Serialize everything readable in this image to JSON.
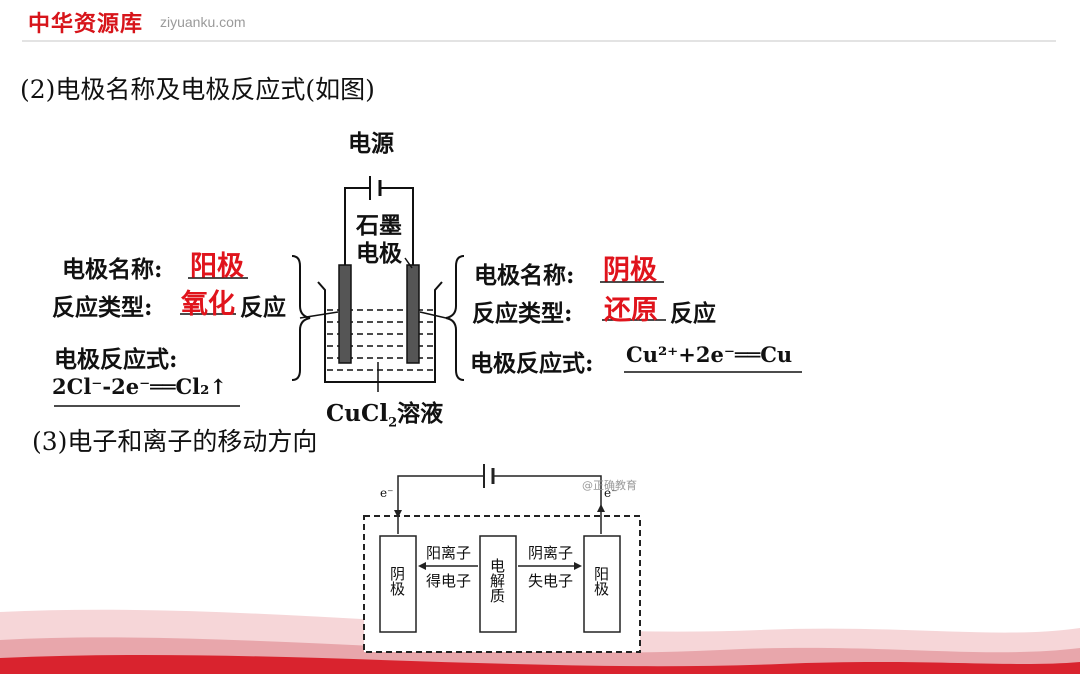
{
  "header": {
    "logo_text": "中华资源库",
    "logo_site": "ziyuanku.com"
  },
  "section2": {
    "heading": "(2)电极名称及电极反应式(如图)",
    "power_label": "电源",
    "electrode_label_1": "石墨",
    "electrode_label_2": "电极",
    "solution_label": "CuCl",
    "solution_sub": "2",
    "solution_suffix": "溶液",
    "left": {
      "name_label": "电极名称:",
      "name_value": "阳极",
      "type_label": "反应类型:",
      "type_value": "氧化",
      "type_suffix": "反应",
      "eq_label": "电极反应式:",
      "eq_text": "2Cl⁻-2e⁻══Cl₂↑"
    },
    "right": {
      "name_label": "电极名称:",
      "name_value": "阴极",
      "type_label": "反应类型:",
      "type_value": "还原",
      "type_suffix": "反应",
      "eq_label": "电极反应式:",
      "eq_text": "Cu²⁺+2e⁻══Cu"
    }
  },
  "section3": {
    "heading": "(3)电子和离子的移动方向",
    "watermark": "@正确教育",
    "e_left": "e⁻",
    "e_right": "e⁻",
    "cathode": "阴极",
    "anode": "阳极",
    "electrolyte": "电解质",
    "cation": "阳离子",
    "gain": "得电子",
    "anion": "阴离子",
    "lose": "失电子"
  },
  "colors": {
    "accent": "#e0141c",
    "brand": "#d7141a",
    "wave": "#d9232e"
  }
}
